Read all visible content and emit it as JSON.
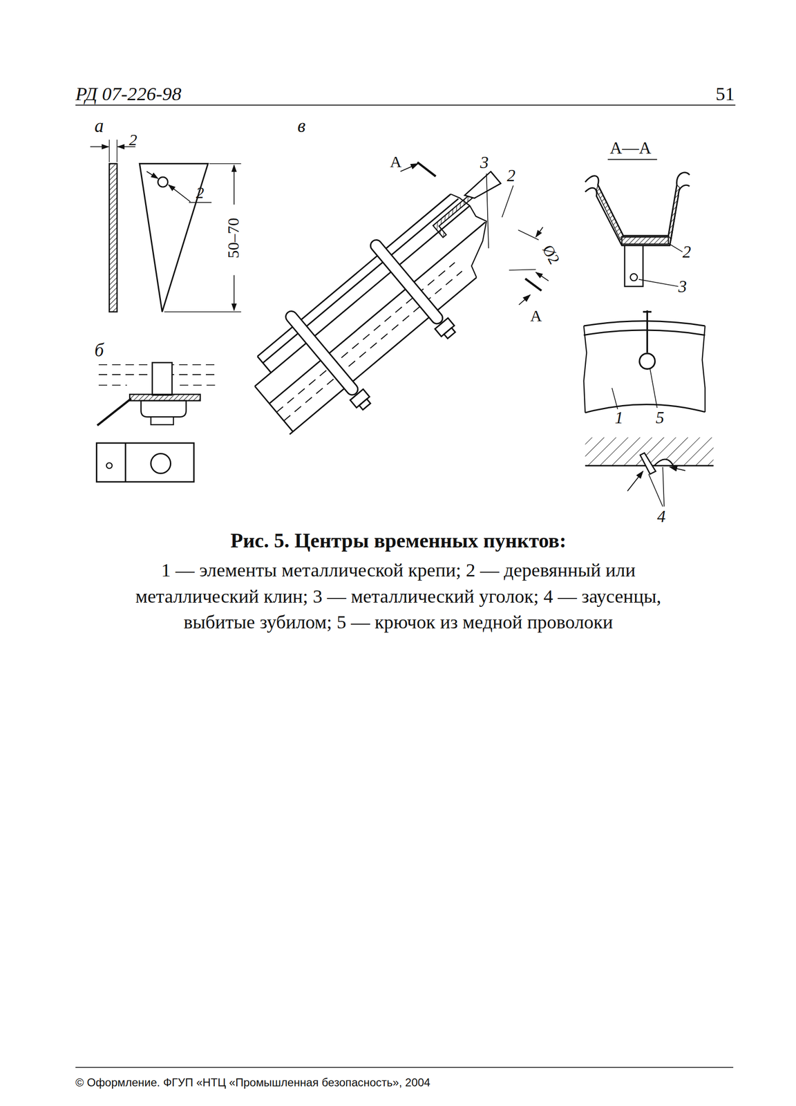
{
  "diagram": {
    "title": "Рис. 5. Центры временных пунктов:",
    "caption": "1 — элементы металлической крепи; 2 — деревянный или металлический клин; 3 — металлический уголок; 4 — заусенцы, выбитые зубилом; 5 — крючок из медной проволоки",
    "labels": [
      "РД 07-226-98",
      "51",
      "а",
      "2",
      "2",
      "50–70",
      "б",
      "в",
      "А",
      "3",
      "2",
      "Ø2",
      "А",
      "А—А",
      "2",
      "3",
      "1",
      "5",
      "4",
      "© Оформление. ФГУП «НТЦ «Промышленная безопасность», 2004"
    ]
  }
}
